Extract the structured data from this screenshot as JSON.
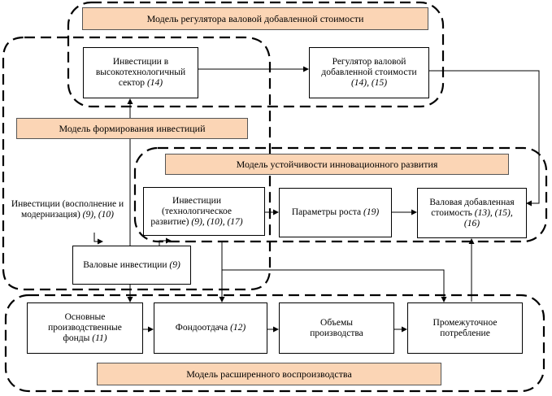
{
  "labels": {
    "gva_regulator_model": "Модель регулятора валовой добавленной стоимости",
    "investment_formation_model": "Модель формирования инвестиций",
    "innovation_stability_model": "Модель устойчивости инновационного развития",
    "extended_reproduction_model": "Модель расширенного воспроизводства"
  },
  "nodes": {
    "hightech_investment": {
      "text": "Инвестиции в высокотехнологичный сектор ",
      "refs": "(14)"
    },
    "gva_regulator": {
      "text": "Регулятор валовой добавленной стоимости ",
      "refs": "(14), (15)"
    },
    "replenishment_investment": {
      "text": "Инвестиции (восполнение и модернизация) ",
      "refs": "(9), (10)"
    },
    "technological_investment": {
      "text": "Инвестиции (технологическое развитие) ",
      "refs": "(9), (10), (17)"
    },
    "growth_parameters": {
      "text": "Параметры роста ",
      "refs": "(19)"
    },
    "gross_value_added": {
      "text": "Валовая добавленная стоимость ",
      "refs": "(13), (15), (16)"
    },
    "gross_investment": {
      "text": "Валовые инвестиции ",
      "refs": "(9)"
    },
    "fixed_assets": {
      "text": "Основные производственные фонды ",
      "refs": "(11)"
    },
    "capital_productivity": {
      "text": "Фондоотдача ",
      "refs": "(12)"
    },
    "production_volumes": {
      "text": "Объемы производства",
      "refs": ""
    },
    "intermediate_consumption": {
      "text": "Промежуточное потребление",
      "refs": ""
    }
  }
}
